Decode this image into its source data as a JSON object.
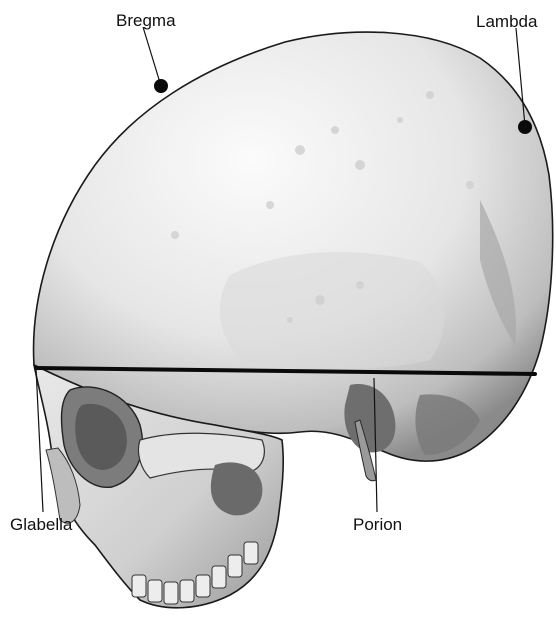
{
  "diagram": {
    "subject": "skull-lateral-view",
    "colors": {
      "background": "#ffffff",
      "bone_light": "#f2f2f2",
      "bone_mid": "#c8c8c8",
      "bone_shadow": "#6e6e6e",
      "outline": "#1a1a1a",
      "marker": "#0a0a0a"
    },
    "landmarks": [
      {
        "key": "bregma",
        "label": "Bregma"
      },
      {
        "key": "lambda",
        "label": "Lambda"
      },
      {
        "key": "glabella",
        "label": "Glabella"
      },
      {
        "key": "porion",
        "label": "Porion"
      }
    ],
    "reference_line": "glabella-to-occiput horizontal"
  }
}
